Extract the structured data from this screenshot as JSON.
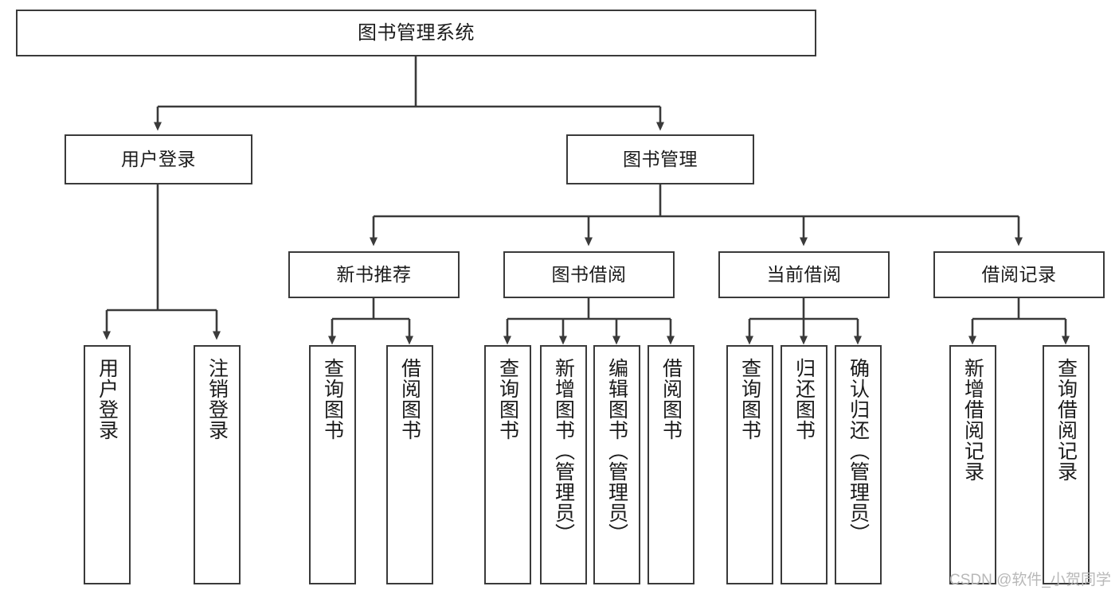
{
  "diagram": {
    "title": "图书管理系统",
    "type": "tree-hierarchy",
    "orientation": "top-down",
    "line_color": "#3a3a3a",
    "box_fill": "#ffffff",
    "text_color": "#1b1b1b"
  },
  "root": {
    "label": "图书管理系统"
  },
  "level2": [
    {
      "label": "用户登录"
    },
    {
      "label": "图书管理"
    }
  ],
  "level3": [
    {
      "label": "新书推荐"
    },
    {
      "label": "图书借阅"
    },
    {
      "label": "当前借阅"
    },
    {
      "label": "借阅记录"
    }
  ],
  "leaves": {
    "user_login": [
      {
        "label": "用户登录"
      },
      {
        "label": "注销登录"
      }
    ],
    "new_book_recommend": [
      {
        "label": "查询图书"
      },
      {
        "label": "借阅图书"
      }
    ],
    "book_borrow": [
      {
        "label": "查询图书"
      },
      {
        "label": "新增图书（管理员）"
      },
      {
        "label": "编辑图书（管理员）"
      },
      {
        "label": "借阅图书"
      }
    ],
    "current_borrow": [
      {
        "label": "查询图书"
      },
      {
        "label": "归还图书"
      },
      {
        "label": "确认归还（管理员）"
      }
    ],
    "borrow_record": [
      {
        "label": "新增借阅记录"
      },
      {
        "label": "查询借阅记录"
      }
    ]
  },
  "watermark": {
    "text": "CSDN @软件_小贺同学"
  }
}
